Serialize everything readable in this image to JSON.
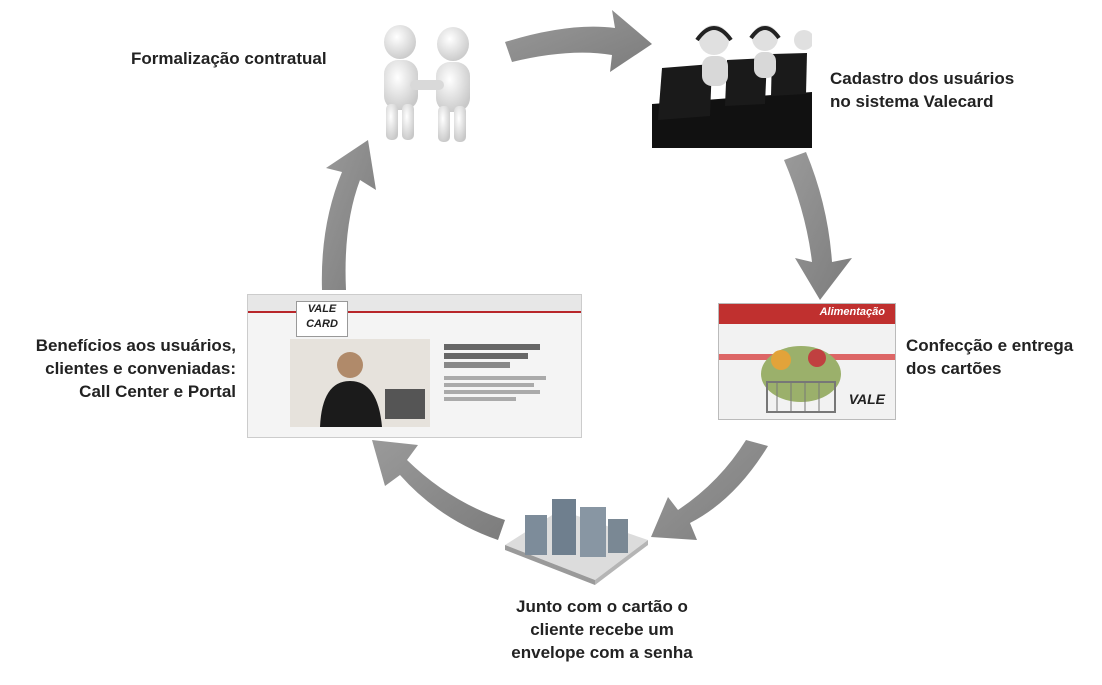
{
  "steps": [
    {
      "id": "formalizacao",
      "lines": [
        "Formalização contratual"
      ]
    },
    {
      "id": "cadastro",
      "lines": [
        "Cadastro dos usuários",
        "no sistema Valecard"
      ]
    },
    {
      "id": "confeccao",
      "lines": [
        "Confecção e entrega",
        "dos cartões"
      ]
    },
    {
      "id": "envelope",
      "lines": [
        "Junto com o cartão o",
        "cliente recebe um",
        "envelope com a senha"
      ]
    },
    {
      "id": "beneficios",
      "lines": [
        "Benefícios aos usuários,",
        "clientes e conveniadas:",
        "Call Center e Portal"
      ]
    }
  ],
  "card_image": {
    "header_text": "Alimentação",
    "brand": "VALE"
  },
  "portal_image": {
    "logo_line1": "VALE",
    "logo_line2": "CARD"
  },
  "colors": {
    "arrow": "#8a8a8a",
    "card_red": "#c0302f",
    "portal_red": "#b8262a"
  }
}
